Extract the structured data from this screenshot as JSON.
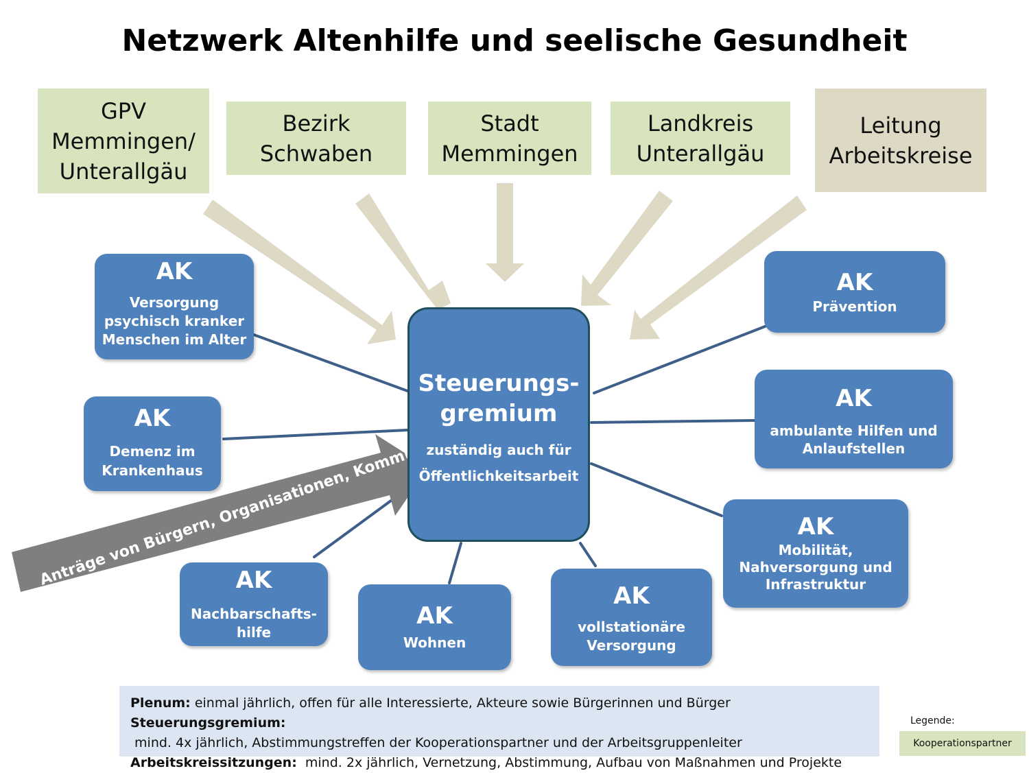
{
  "title": "Netzwerk Altenhilfe und seelische Gesundheit",
  "partners": [
    {
      "label": "GPV\nMemmingen/\nUnterallgäu"
    },
    {
      "label": "Bezirk\nSchwaben"
    },
    {
      "label": "Stadt\nMemmingen"
    },
    {
      "label": "Landkreis\nUnterallgäu"
    },
    {
      "label": "Leitung\nArbeitskreise"
    }
  ],
  "central": {
    "title": "Steuerungs-\ngremium",
    "subtitle": "zuständig auch für\nÖffentlichkeitsarbeit"
  },
  "input_arrow_label": "Anträge von Bürgern, Organisationen, Kommunen….",
  "ak_head": "AK",
  "aks": [
    {
      "desc": "Versorgung\npsychisch kranker\nMenschen im Alter"
    },
    {
      "desc": "Demenz im\nKrankenhaus"
    },
    {
      "desc": "Nachbarschafts-\nhilfe"
    },
    {
      "desc": "Wohnen"
    },
    {
      "desc": "vollstationäre\nVersorgung"
    },
    {
      "desc": "Prävention"
    },
    {
      "desc": "ambulante Hilfen und\nAnlaufstellen"
    },
    {
      "desc": "Mobilität,\nNahversorgung und\nInfrastruktur"
    }
  ],
  "info": [
    {
      "label": "Plenum:",
      "text": " einmal jährlich, offen für alle Interessierte, Akteure sowie Bürgerinnen und Bürger"
    },
    {
      "label": "Steuerungsgremium:",
      "text": " mind. 4x jährlich, Abstimmungstreffen der Kooperationspartner und der Arbeitsgruppenleiter"
    },
    {
      "label": "Arbeitskreissitzungen:",
      "text": "  mind. 2x jährlich, Vernetzung, Abstimmung, Aufbau von Maßnahmen und Projekte"
    }
  ],
  "legend": {
    "title": "Legende:",
    "item": "Kooperationspartner"
  },
  "colors": {
    "partner": "#d7e4bd",
    "lead": "#ddd9c4",
    "ak": "#4f81bd",
    "arrow": "#ddd9c4",
    "input_arrow": "#7f7f7f",
    "connector": "#3e5f8a",
    "info_bg": "#dce6f2"
  }
}
